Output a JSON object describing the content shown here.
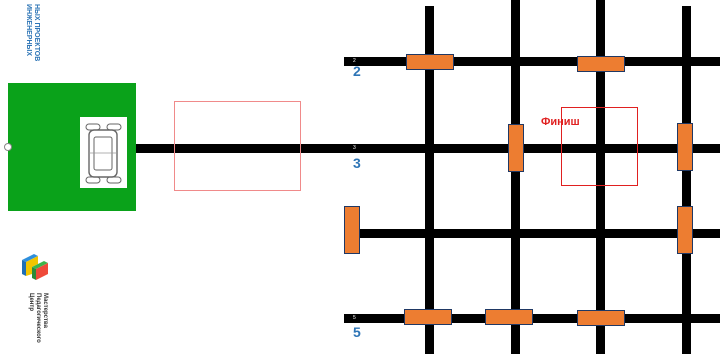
{
  "header_text": {
    "line1": "ИНЖЕНЕРНЫХ",
    "line2": "НЫХ ПРОЕКТОВ"
  },
  "logo": {
    "line1": "Центр",
    "line2": "Педагогического",
    "line3": "Мастерства"
  },
  "field": {
    "row_labels": [
      "2",
      "3",
      "5"
    ],
    "line_marks": [
      "2",
      "3",
      "5"
    ],
    "finish_label": "Финиш"
  },
  "colors": {
    "start_zone": "#0aa21a",
    "obstacle": "#ed7d31",
    "obstacle_border": "#1f3864",
    "finish_box": "#e02020",
    "row_number": "#2e75b6"
  }
}
